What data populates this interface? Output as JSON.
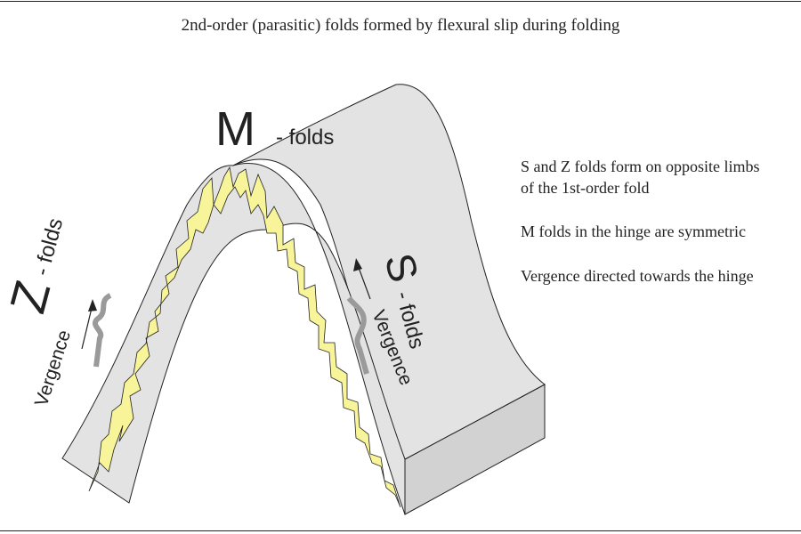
{
  "title": "2nd-order (parasitic) folds formed by flexural slip during folding",
  "labels": {
    "m_letter": "M",
    "m_suffix": "- folds",
    "s_letter": "S",
    "s_suffix": "- folds",
    "z_letter": "Z",
    "z_suffix": "- folds",
    "vergence_left": "Vergence",
    "vergence_right": "Vergence"
  },
  "notes": [
    "S and Z folds form on opposite limbs",
    "of the 1st-order fold",
    "M folds in the hinge are symmetric",
    "Vergence directed towards the hinge"
  ],
  "colors": {
    "fold_surface": "#e3e3e3",
    "fold_side": "#d2d2d2",
    "parasitic_layer": "#f7f49a",
    "vergence_symbol": "#9a9a9a",
    "outline": "#222222"
  }
}
